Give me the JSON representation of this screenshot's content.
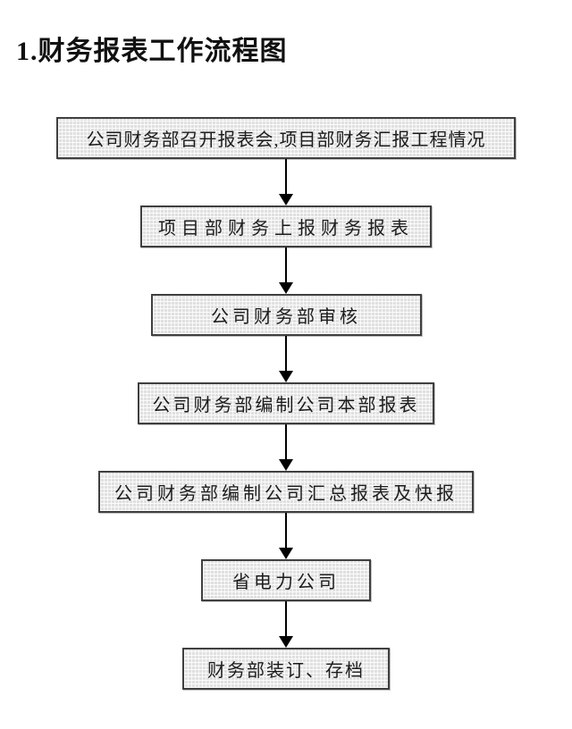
{
  "page": {
    "title": "1.财务报表工作流程图"
  },
  "flowchart": {
    "type": "top-down-flow",
    "nodes": [
      {
        "label": "公司财务部召开报表会,项目部财务汇报工程情况"
      },
      {
        "label": "项目部财务上报财务报表"
      },
      {
        "label": "公司财务部审核"
      },
      {
        "label": "公司财务部编制公司本部报表"
      },
      {
        "label": "公司财务部编制公司汇总报表及快报"
      },
      {
        "label": "省电力公司"
      },
      {
        "label": "财务部装订、存档"
      }
    ],
    "connectors": [
      {
        "from": 1,
        "to": 2,
        "type": "arrow-down"
      },
      {
        "from": 2,
        "to": 3,
        "type": "arrow-down"
      },
      {
        "from": 3,
        "to": 4,
        "type": "arrow-down"
      },
      {
        "from": 4,
        "to": 5,
        "type": "arrow-down"
      },
      {
        "from": 5,
        "to": 6,
        "type": "arrow-down"
      },
      {
        "from": 6,
        "to": 7,
        "type": "arrow-down"
      }
    ],
    "colors": {
      "background": "#ffffff",
      "node_fill": "#e9e9e9",
      "node_border": "#3f3f3f",
      "arrow": "#000000",
      "text": "#1c1c1c",
      "title": "#111111"
    }
  }
}
